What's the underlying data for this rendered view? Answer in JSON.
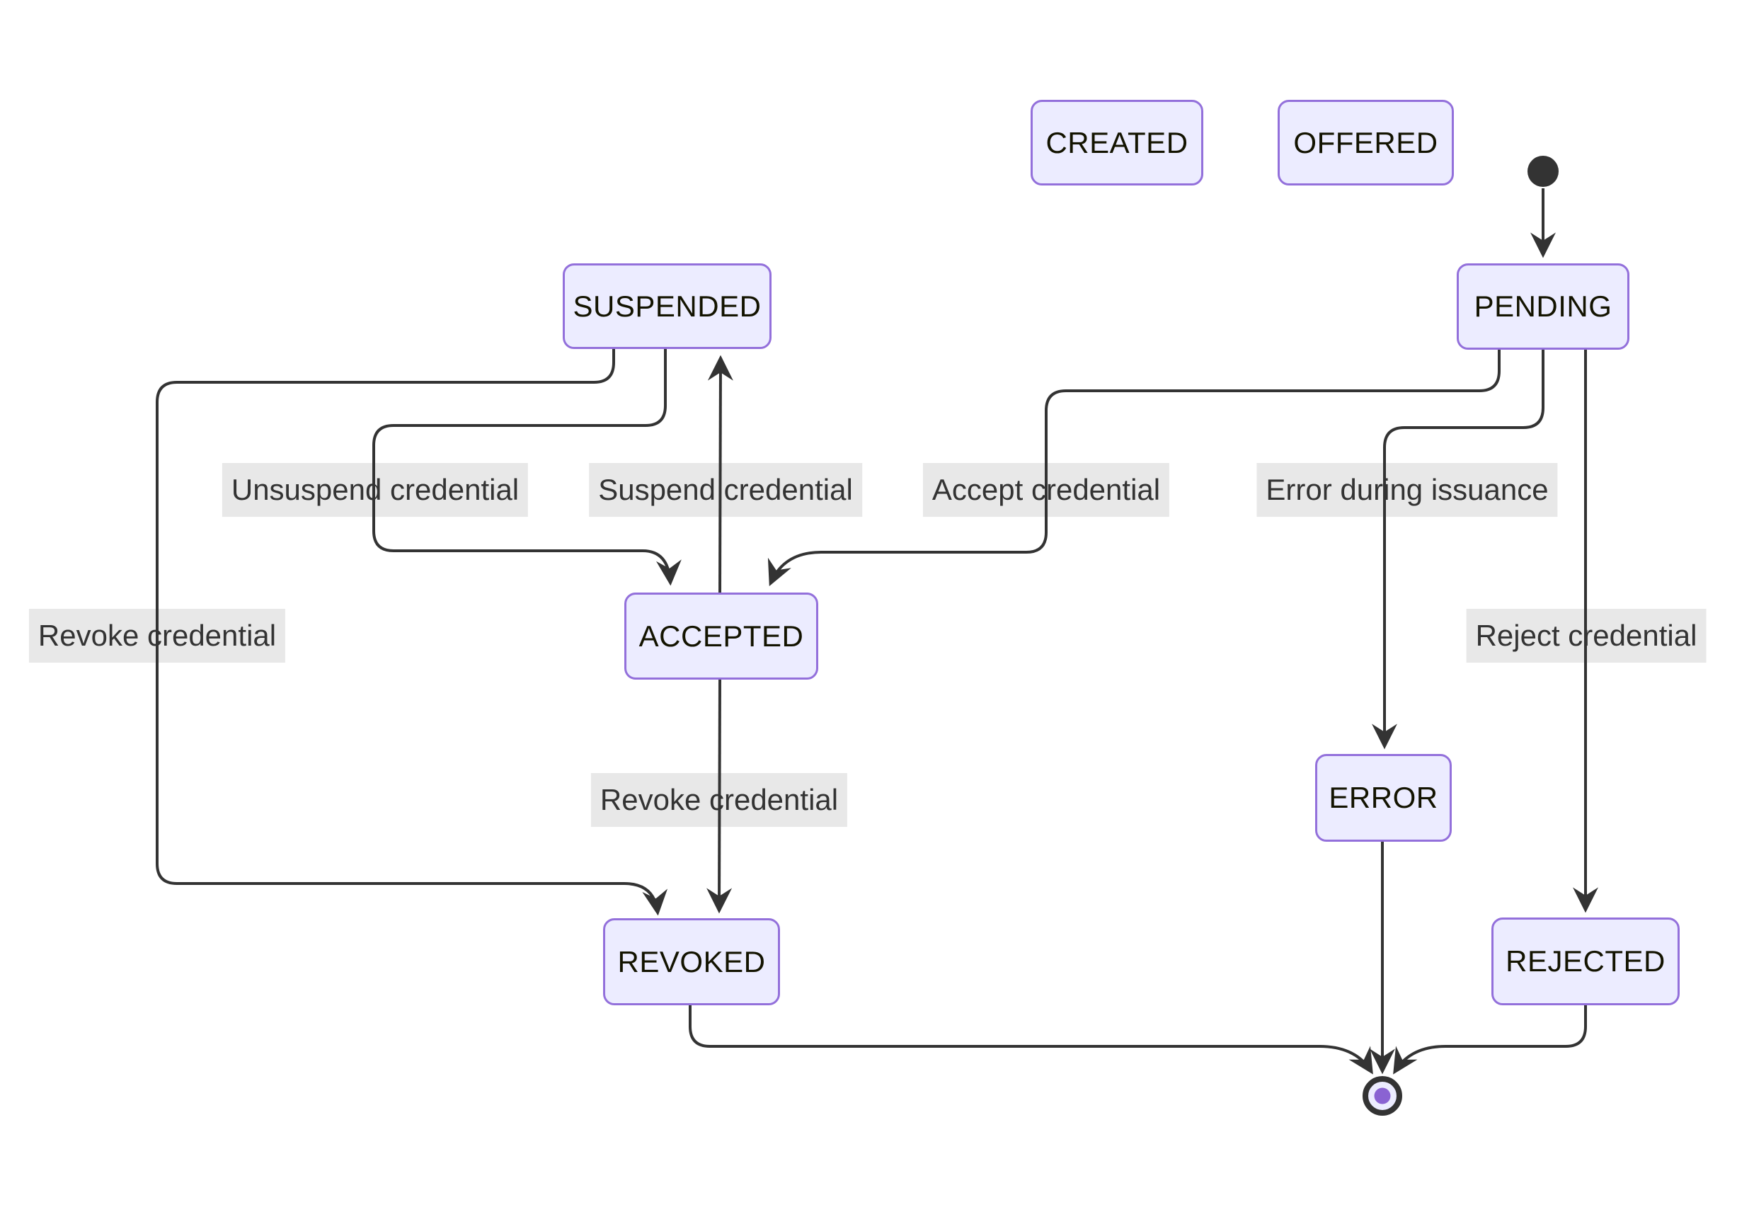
{
  "diagram": {
    "kind": "state-diagram",
    "nodes": [
      {
        "id": "CREATED",
        "label": "CREATED"
      },
      {
        "id": "OFFERED",
        "label": "OFFERED"
      },
      {
        "id": "PENDING",
        "label": "PENDING"
      },
      {
        "id": "SUSPENDED",
        "label": "SUSPENDED"
      },
      {
        "id": "ACCEPTED",
        "label": "ACCEPTED"
      },
      {
        "id": "ERROR",
        "label": "ERROR"
      },
      {
        "id": "REVOKED",
        "label": "REVOKED"
      },
      {
        "id": "REJECTED",
        "label": "REJECTED"
      }
    ],
    "edges": [
      {
        "from": "start",
        "to": "PENDING",
        "label": ""
      },
      {
        "from": "PENDING",
        "to": "ACCEPTED",
        "label": "Accept credential"
      },
      {
        "from": "PENDING",
        "to": "ERROR",
        "label": "Error during issuance"
      },
      {
        "from": "PENDING",
        "to": "REJECTED",
        "label": "Reject credential"
      },
      {
        "from": "SUSPENDED",
        "to": "ACCEPTED",
        "label": "Unsuspend credential"
      },
      {
        "from": "ACCEPTED",
        "to": "SUSPENDED",
        "label": "Suspend credential"
      },
      {
        "from": "SUSPENDED",
        "to": "REVOKED",
        "label": "Revoke credential"
      },
      {
        "from": "ACCEPTED",
        "to": "REVOKED",
        "label": "Revoke credential"
      },
      {
        "from": "REVOKED",
        "to": "end",
        "label": ""
      },
      {
        "from": "ERROR",
        "to": "end",
        "label": ""
      },
      {
        "from": "REJECTED",
        "to": "end",
        "label": ""
      }
    ],
    "icons": [
      {
        "name": "start-state-icon",
        "shape": "filled-circle"
      },
      {
        "name": "final-state-icon",
        "shape": "ringed-dot"
      }
    ],
    "colors": {
      "node_fill": "#ECECFF",
      "node_border": "#9370DB",
      "node_text": "#131300",
      "edge_line": "#333333",
      "edge_label_text": "#333333",
      "edge_label_bg": "#e8e8e8",
      "start_marker": "#333333",
      "final_ring": "#333333",
      "final_fill": "#ECECFF",
      "final_inner": "#8a63d2",
      "background": "#ffffff"
    }
  }
}
